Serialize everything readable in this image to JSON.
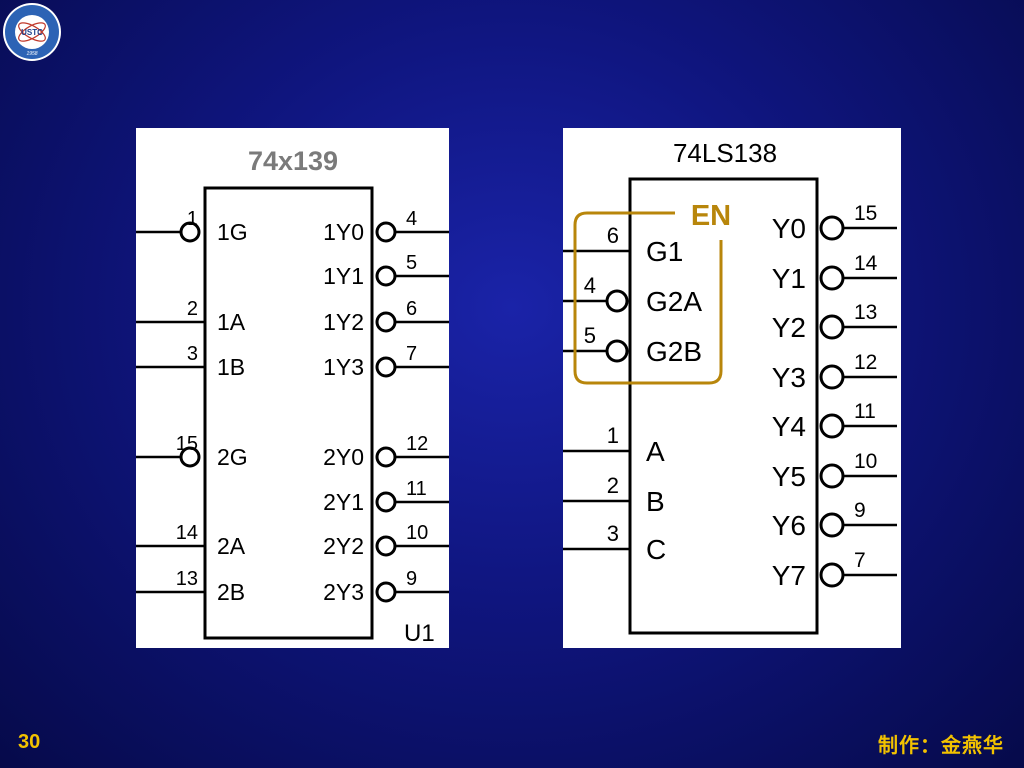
{
  "logo": {
    "text": "USTC",
    "year": "1958",
    "colors": {
      "ring": "#2c63b5",
      "center": "#ffffff"
    }
  },
  "left_chip": {
    "title": "74x139",
    "ref": "U1",
    "inputs": [
      {
        "pin": "1",
        "label": "1G",
        "inverted": true
      },
      {
        "pin": "2",
        "label": "1A",
        "inverted": false
      },
      {
        "pin": "3",
        "label": "1B",
        "inverted": false
      },
      {
        "pin": "15",
        "label": "2G",
        "inverted": true
      },
      {
        "pin": "14",
        "label": "2A",
        "inverted": false
      },
      {
        "pin": "13",
        "label": "2B",
        "inverted": false
      }
    ],
    "outputs": [
      {
        "pin": "4",
        "label": "1Y0"
      },
      {
        "pin": "5",
        "label": "1Y1"
      },
      {
        "pin": "6",
        "label": "1Y2"
      },
      {
        "pin": "7",
        "label": "1Y3"
      },
      {
        "pin": "12",
        "label": "2Y0"
      },
      {
        "pin": "11",
        "label": "2Y1"
      },
      {
        "pin": "10",
        "label": "2Y2"
      },
      {
        "pin": "9",
        "label": "2Y3"
      }
    ]
  },
  "right_chip": {
    "title": "74LS138",
    "enable_label": "EN",
    "enable_color": "#b8860b",
    "enables": [
      {
        "pin": "6",
        "label": "G1",
        "inverted": false
      },
      {
        "pin": "4",
        "label": "G2A",
        "inverted": true
      },
      {
        "pin": "5",
        "label": "G2B",
        "inverted": true
      }
    ],
    "selects": [
      {
        "pin": "1",
        "label": "A"
      },
      {
        "pin": "2",
        "label": "B"
      },
      {
        "pin": "3",
        "label": "C"
      }
    ],
    "outputs": [
      {
        "pin": "15",
        "label": "Y0"
      },
      {
        "pin": "14",
        "label": "Y1"
      },
      {
        "pin": "13",
        "label": "Y2"
      },
      {
        "pin": "12",
        "label": "Y3"
      },
      {
        "pin": "11",
        "label": "Y4"
      },
      {
        "pin": "10",
        "label": "Y5"
      },
      {
        "pin": "9",
        "label": "Y6"
      },
      {
        "pin": "7",
        "label": "Y7"
      }
    ]
  },
  "footer": {
    "page_number": "30",
    "author": "制作：金燕华"
  }
}
